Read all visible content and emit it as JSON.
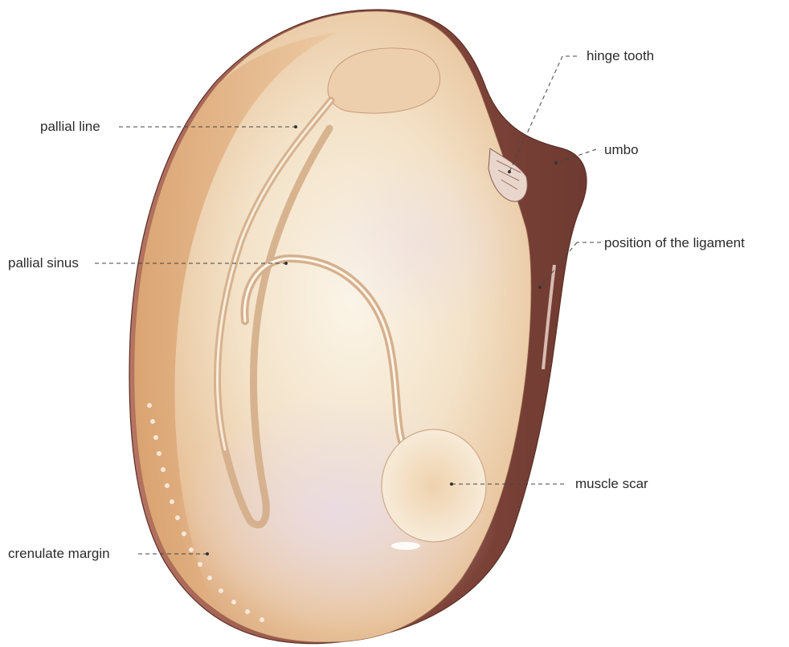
{
  "labels": {
    "hinge_tooth": "hinge tooth",
    "umbo": "umbo",
    "ligament": "position of the ligament",
    "muscle_scar": "muscle scar",
    "pallial_line": "pallial line",
    "pallial_sinus": "pallial sinus",
    "crenulate_margin": "crenulate margin"
  },
  "colors": {
    "shell_outer": "#8a4b3e",
    "shell_outer_light": "#c78a76",
    "interior_warm": "#e2b384",
    "interior_light": "#f6ead8",
    "interior_lilac": "#d9c6d2",
    "leader": "#444444",
    "text": "#2b2b2b"
  }
}
